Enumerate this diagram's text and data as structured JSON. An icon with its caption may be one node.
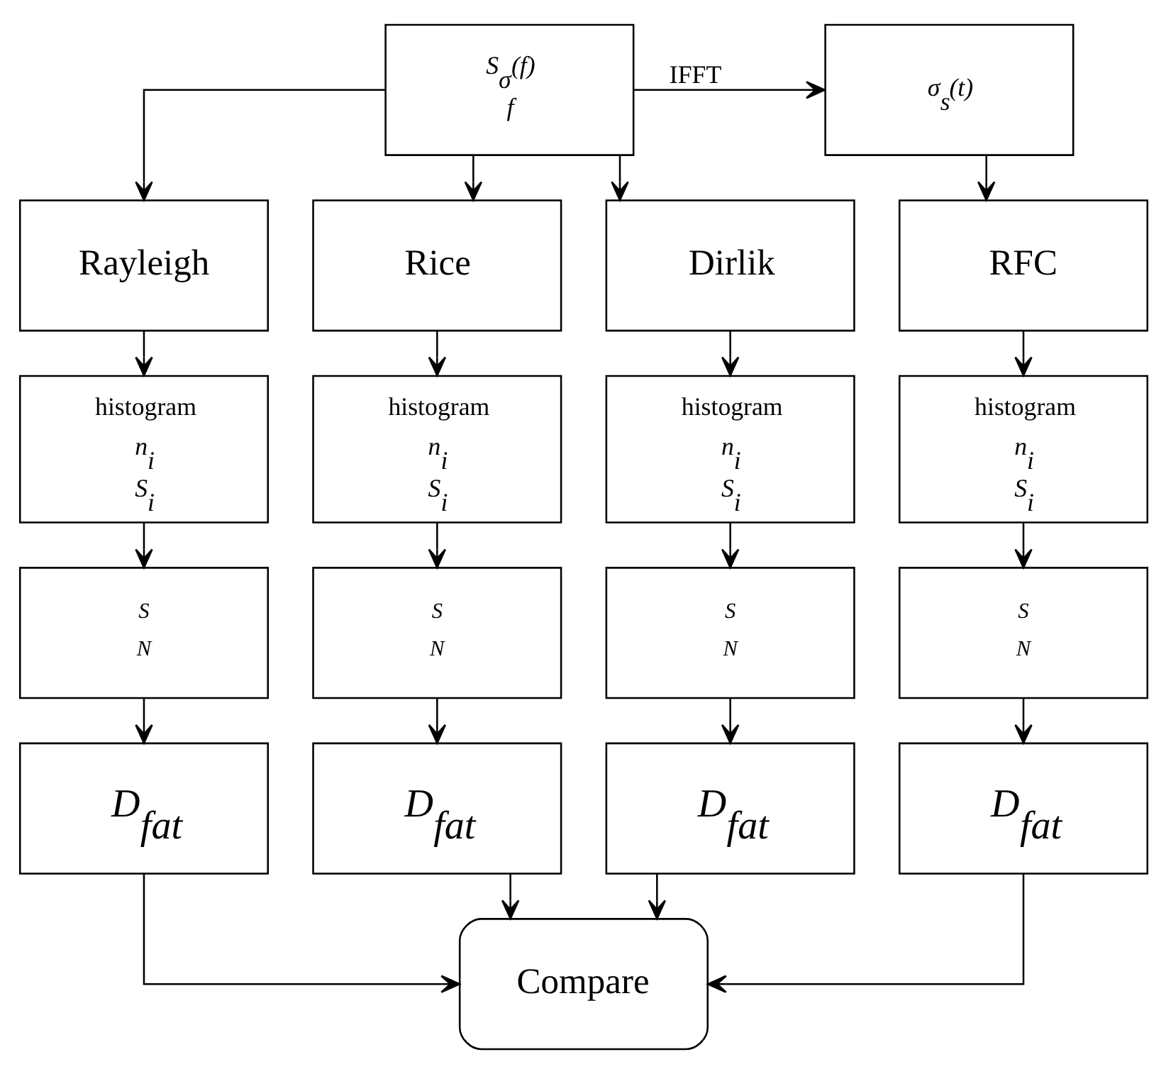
{
  "diagram": {
    "nodes": [
      {
        "text": [
          "S$_{σ}$(f)",
          "f"
        ]
      },
      {
        "text": [
          "σ$_{s}$(t)"
        ]
      },
      {
        "text": [
          "Rayleigh"
        ]
      },
      {
        "text": [
          "Rice"
        ]
      },
      {
        "text": [
          "Dirlik"
        ]
      },
      {
        "text": [
          "RFC"
        ]
      },
      {
        "text": [
          "histogram",
          "n$_{i}$",
          "S$_{i}$"
        ]
      },
      {
        "text": [
          "histogram",
          "n$_{i}$",
          "S$_{i}$"
        ]
      },
      {
        "text": [
          "histogram",
          "n$_{i}$",
          "S$_{i}$"
        ]
      },
      {
        "text": [
          "histogram",
          "n$_{i}$",
          "S$_{i}$"
        ]
      },
      {
        "text": [
          "S",
          "N"
        ]
      },
      {
        "text": [
          "S",
          "N"
        ]
      },
      {
        "text": [
          "S",
          "N"
        ]
      },
      {
        "text": [
          "S",
          "N"
        ]
      },
      {
        "text": [
          "D$_{fat}$"
        ]
      },
      {
        "text": [
          "D$_{fat}$"
        ]
      },
      {
        "text": [
          "D$_{fat}$"
        ]
      },
      {
        "text": [
          "D$_{fat}$"
        ]
      },
      {
        "text": [
          "Compare"
        ]
      }
    ],
    "edges": [
      {
        "from": 0,
        "to": 1,
        "arrow": "to",
        "label": "IFFT"
      },
      {
        "from": 0,
        "to": 2,
        "arrow": "to"
      },
      {
        "from": 0,
        "to": 3,
        "arrow": "to"
      },
      {
        "from": 0,
        "to": 4,
        "arrow": "to"
      },
      {
        "from": 1,
        "to": 5,
        "arrow": "to"
      },
      {
        "from": 2,
        "to": 6,
        "arrow": "to"
      },
      {
        "from": 3,
        "to": 7,
        "arrow": "to"
      },
      {
        "from": 4,
        "to": 8,
        "arrow": "to"
      },
      {
        "from": 5,
        "to": 9,
        "arrow": "to"
      },
      {
        "from": 6,
        "to": 10,
        "arrow": "to"
      },
      {
        "from": 7,
        "to": 11,
        "arrow": "to"
      },
      {
        "from": 8,
        "to": 12,
        "arrow": "to"
      },
      {
        "from": 9,
        "to": 13,
        "arrow": "to"
      },
      {
        "from": 10,
        "to": 14,
        "arrow": "to"
      },
      {
        "from": 11,
        "to": 15,
        "arrow": "to"
      },
      {
        "from": 12,
        "to": 16,
        "arrow": "to"
      },
      {
        "from": 13,
        "to": 17,
        "arrow": "to"
      },
      {
        "from": 14,
        "to": 18,
        "arrow": "to"
      },
      {
        "from": 15,
        "to": 18,
        "arrow": "to"
      },
      {
        "from": 16,
        "to": 18,
        "arrow": "to"
      },
      {
        "from": 17,
        "to": 18,
        "arrow": "to"
      }
    ]
  }
}
